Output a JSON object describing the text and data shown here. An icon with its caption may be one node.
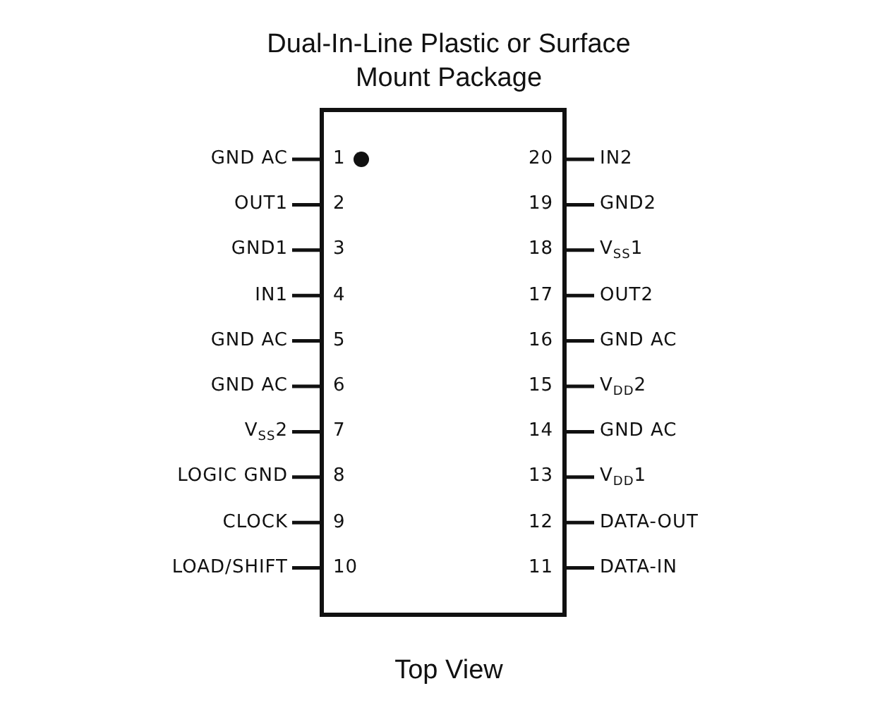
{
  "diagram": {
    "title": "Dual-In-Line Plastic or Surface Mount Package",
    "caption": "Top View",
    "nodes": [
      {
        "text": [],
        "shape": "box"
      }
    ],
    "edges": [],
    "labels": [
      "GND AC",
      "1",
      "20",
      "IN2",
      "OUT1",
      "2",
      "19",
      "GND2",
      "GND1",
      "3",
      "18",
      "V$_{SS}$1",
      "IN1",
      "4",
      "17",
      "OUT2",
      "GND AC",
      "5",
      "16",
      "GND AC",
      "GND AC",
      "6",
      "15",
      "V$_{DD}$2",
      "V$_{SS}$2",
      "7",
      "14",
      "GND AC",
      "LOGIC GND",
      "8",
      "13",
      "V$_{DD}$1",
      "CLOCK",
      "9",
      "12",
      "DATA-OUT",
      "LOAD/SHIFT",
      "10",
      "11",
      "DATA-IN"
    ]
  }
}
